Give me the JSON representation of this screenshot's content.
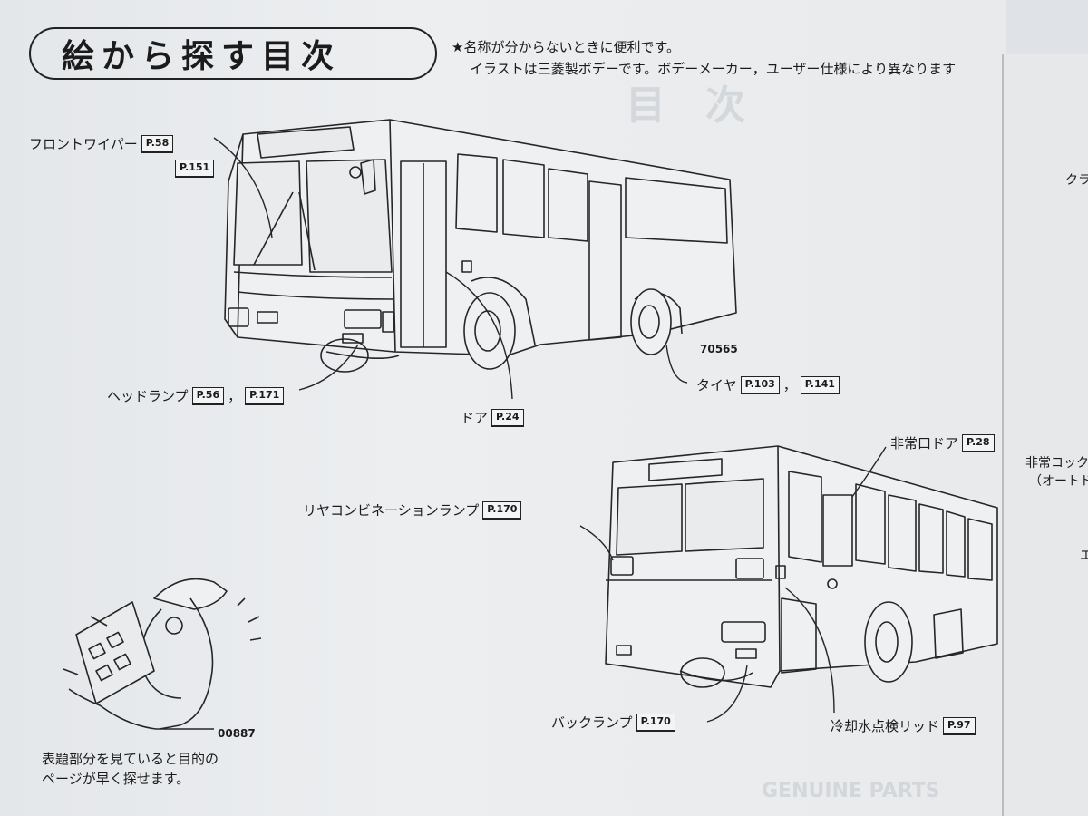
{
  "header": {
    "title": "絵から探す目次",
    "note_line1": "★名称が分からないときに便利です。",
    "note_line2": "イラストは三菱製ボデーです。ボデーメーカー，ユーザー仕様により異なります"
  },
  "labels": {
    "front_wiper": {
      "text": "フロントワイパー",
      "pages": [
        "P.58",
        "P.151"
      ]
    },
    "headlamp": {
      "text": "ヘッドランプ",
      "pages": [
        "P.56",
        "P.171"
      ]
    },
    "door": {
      "text": "ドア",
      "pages": [
        "P.24"
      ]
    },
    "tire": {
      "text": "タイヤ",
      "pages": [
        "P.103",
        "P.141"
      ]
    },
    "emergency_door": {
      "text": "非常口ドア",
      "pages": [
        "P.28"
      ]
    },
    "rear_combination_lamp": {
      "text": "リヤコンビネーションランプ",
      "pages": [
        "P.170"
      ]
    },
    "back_lamp": {
      "text": "バックランプ",
      "pages": [
        "P.170"
      ]
    },
    "coolant_lid": {
      "text": "冷却水点検リッド",
      "pages": [
        "P.97"
      ]
    }
  },
  "separator": "，",
  "codes": {
    "front_bus": "70565",
    "figure": "00887"
  },
  "caption": {
    "line1": "表題部分を見ていると目的の",
    "line2": "ページが早く探せます。"
  },
  "right_page": {
    "label_top": "クラ",
    "label_mid1": "非常コック",
    "label_mid2": "（オートド",
    "label_mid3": "エ"
  },
  "ghost_text": {
    "contents": "目　次",
    "genuine": "GENUINE PARTS"
  }
}
